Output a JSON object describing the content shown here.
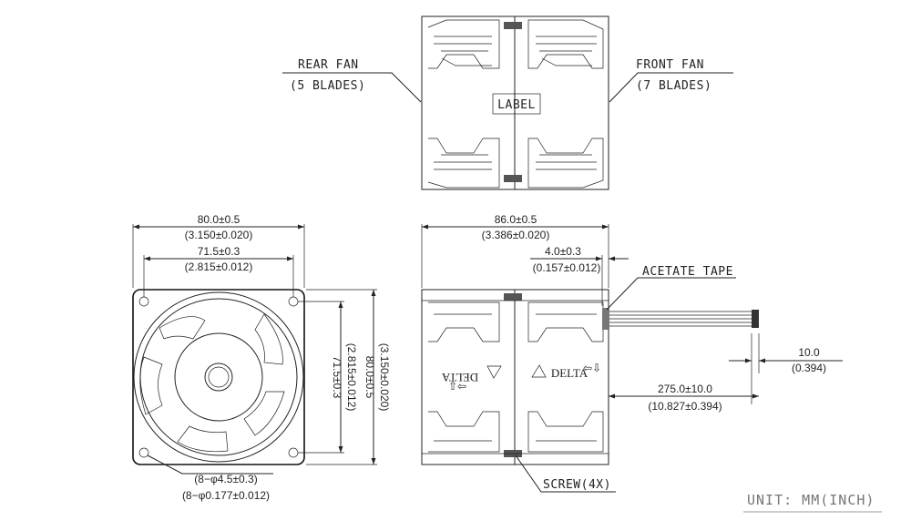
{
  "top_view": {
    "rear_fan_label": "REAR FAN",
    "rear_fan_blades": "(5 BLADES)",
    "front_fan_label": "FRONT FAN",
    "front_fan_blades": "(7 BLADES)",
    "label_text": "LABEL"
  },
  "front_view": {
    "width_mm": "80.0±0.5",
    "width_in": "(3.150±0.020)",
    "hole_spacing_mm": "71.5±0.3",
    "hole_spacing_in": "(2.815±0.012)",
    "vert_hole_spacing_mm": "71.5±0.3",
    "vert_hole_spacing_in": "(2.815±0.012)",
    "height_mm": "80.0±0.5",
    "height_in": "(3.150±0.020)",
    "hole_dia_mm": "(8−φ4.5±0.3)",
    "hole_dia_in": "(8−φ0.177±0.012)"
  },
  "side_view": {
    "depth_mm": "86.0±0.5",
    "depth_in": "(3.386±0.020)",
    "tape_offset_mm": "4.0±0.3",
    "tape_offset_in": "(0.157±0.012)",
    "acetate_tape": "ACETATE TAPE",
    "strip_len_mm": "10.0",
    "strip_len_in": "(0.394)",
    "lead_len_mm": "275.0±10.0",
    "lead_len_in": "(10.827±0.394)",
    "screw_label": "SCREW(4X)",
    "brand_left": "DELTA",
    "brand_right": "DELTA"
  },
  "unit_note": "UNIT:  MM(INCH)"
}
